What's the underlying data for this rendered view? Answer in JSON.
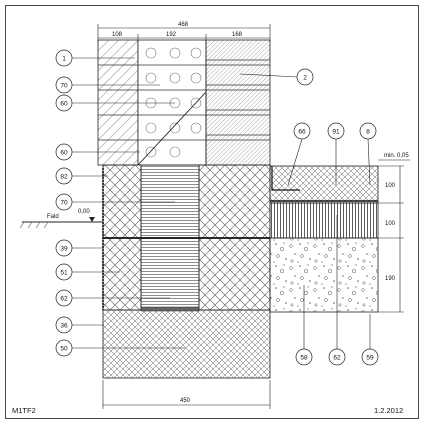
{
  "drawing": {
    "code": "M1TF2",
    "date": "1.2.2012",
    "ground_label": "Fald",
    "ground_level": "0,00",
    "min_note": "min. 0,05"
  },
  "dimensions": {
    "top_total": "468",
    "top_left": "108",
    "top_middle": "192",
    "top_right": "168",
    "bottom_total": "450",
    "right_1": "100",
    "right_2": "100",
    "right_3": "190"
  },
  "callouts_left": [
    "1",
    "70",
    "60",
    "60",
    "82",
    "70",
    "39",
    "51",
    "62",
    "36",
    "50"
  ],
  "callouts_right_top": [
    "2",
    "66",
    "91",
    "8"
  ],
  "callouts_bottom": [
    "58",
    "62",
    "59"
  ],
  "colors": {
    "line": "#222222",
    "hatch": "#555555",
    "light": "#8a8a8a"
  }
}
